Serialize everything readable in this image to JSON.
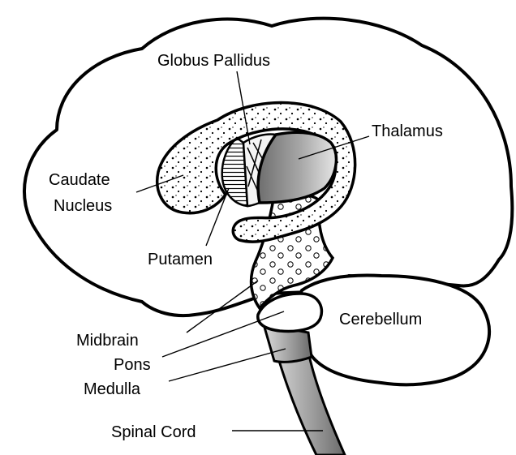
{
  "labels": {
    "globus_pallidus": "Globus Pallidus",
    "thalamus": "Thalamus",
    "caudate_line1": "Caudate",
    "caudate_line2": "Nucleus",
    "putamen": "Putamen",
    "cerebellum": "Cerebellum",
    "midbrain": "Midbrain",
    "pons": "Pons",
    "medulla": "Medulla",
    "spinal_cord": "Spinal Cord"
  },
  "colors": {
    "line": "#000000",
    "background": "#ffffff",
    "thalamus_dark": "#6e6e6e",
    "thalamus_light": "#e6e6e6",
    "cord_dark": "#7a7a7a",
    "cord_light": "#dcdcdc"
  }
}
